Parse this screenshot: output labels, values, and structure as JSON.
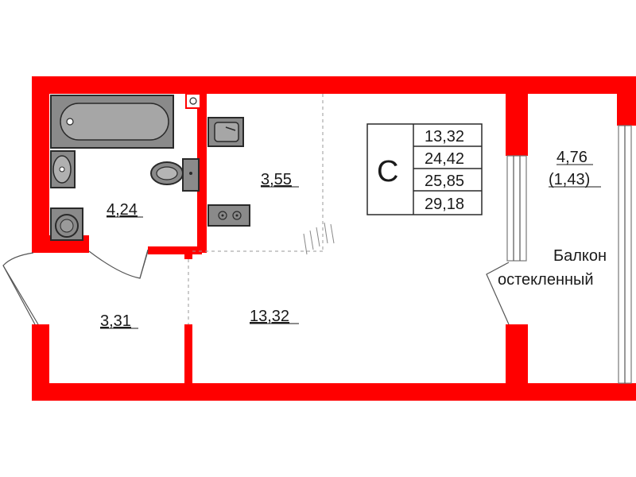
{
  "rooms": {
    "bathroom": "4,24",
    "hall": "3,55",
    "living": "13,32",
    "entry": "3,31"
  },
  "balcony": {
    "area": "4,76",
    "area_coef": "(1,43)",
    "label_line1": "Балкон",
    "label_line2": "остекленный"
  },
  "legend": {
    "letter": "С",
    "values": [
      "13,32",
      "24,42",
      "25,85",
      "29,18"
    ]
  },
  "colors": {
    "wall": "#ff0000",
    "fixture": "#8a8a8a"
  }
}
